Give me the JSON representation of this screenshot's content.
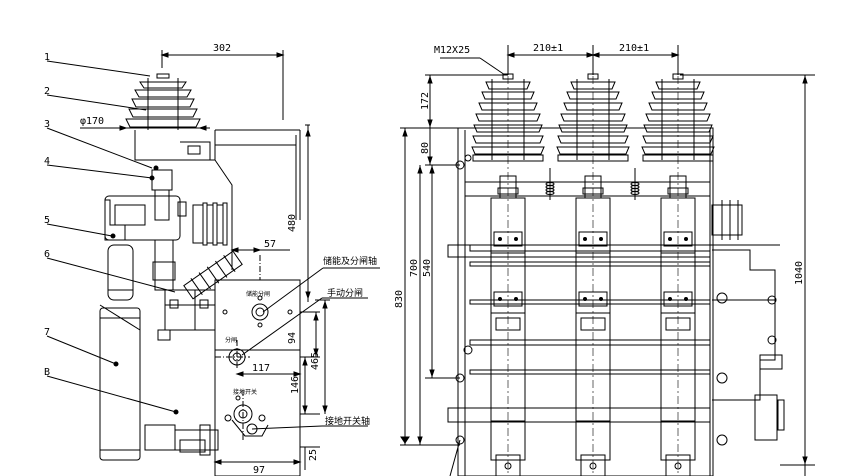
{
  "callouts": [
    "1",
    "2",
    "3",
    "4",
    "5",
    "6",
    "7",
    "B"
  ],
  "dimensions": {
    "left_width_302": "302",
    "diameter_170": "φ170",
    "dim_480": "480",
    "dim_57": "57",
    "dim_94": "94",
    "dim_117": "117",
    "dim_465": "465",
    "dim_146": "146",
    "dim_97": "97",
    "dim_25": "25",
    "bolt_m12x25": "M12X25",
    "pitch_1": "210±1",
    "pitch_2": "210±1",
    "dim_172": "172",
    "dim_80": "80",
    "dim_830": "830",
    "dim_700": "700",
    "dim_540": "540",
    "dim_1040": "1040"
  },
  "labels": {
    "storage_and_switch_shaft": "储能及分闸轴",
    "manual_trip": "手动分闸",
    "earthing_switch_shaft": "接地开关轴",
    "small_label_1": "储能分闸",
    "small_label_2": "分闸",
    "small_label_3": "接地开关"
  },
  "colors": {
    "line": "#000000",
    "background": "#ffffff"
  }
}
